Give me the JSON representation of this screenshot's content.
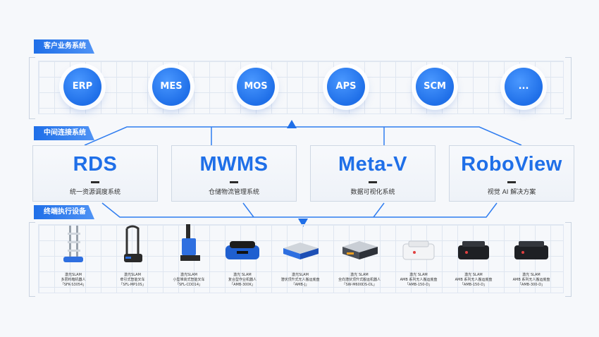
{
  "sections": {
    "customer": "客户业务系统",
    "middleware": "中间连接系统",
    "terminal": "终端执行设备"
  },
  "systems": [
    "ERP",
    "MES",
    "MOS",
    "APS",
    "SCM",
    "..."
  ],
  "middleware": [
    {
      "name": "RDS",
      "desc": "统一资源调度系统"
    },
    {
      "name": "MWMS",
      "desc": "仓储物流管理系统"
    },
    {
      "name": "Meta-V",
      "desc": "数据可视化系统"
    },
    {
      "name": "RoboView",
      "desc": "视觉 AI 解决方案"
    }
  ],
  "devices": [
    {
      "line1": "激光SLAM",
      "line2": "多层料箱机器人",
      "line3": "「SFK-S3054」",
      "icon": "tower-robot-icon"
    },
    {
      "line1": "激光SLAM",
      "line2": "牵引式智能叉车",
      "line3": "「SFL-MP10S」",
      "icon": "cart-robot-icon"
    },
    {
      "line1": "激光SLAM",
      "line2": "小型堆高式智能叉车",
      "line3": "「SFL-CDD14」",
      "icon": "stacker-forklift-icon"
    },
    {
      "line1": "激光 SLAM",
      "line2": "复合型作业机器人",
      "line3": "「AMB-300K」",
      "icon": "composite-robot-icon"
    },
    {
      "line1": "激光SLAM",
      "line2": "潜伏顶升式无人搬运底盘",
      "line3": "「AMB-J」",
      "icon": "lift-chassis-icon"
    },
    {
      "line1": "激光 SLAM",
      "line2": "全向潜伏顶升式搬运机器人",
      "line3": "「SW-M600DS-DL」",
      "icon": "omni-lift-robot-icon"
    },
    {
      "line1": "激光 SLAM",
      "line2": "AMB 系列无人搬运底盘",
      "line3": "「AMB-150-D」",
      "icon": "white-chassis-icon"
    },
    {
      "line1": "激光 SLAM",
      "line2": "AMB 系列无人搬运底盘",
      "line3": "「AMB-150-D」",
      "icon": "black-chassis-icon"
    },
    {
      "line1": "激光 SLAM",
      "line2": "AMB 系列无人搬运底盘",
      "line3": "「AMB-300-D」",
      "icon": "black-chassis-large-icon"
    }
  ],
  "colors": {
    "accent": "#1f6fe8",
    "frame": "#c9d3e0"
  }
}
